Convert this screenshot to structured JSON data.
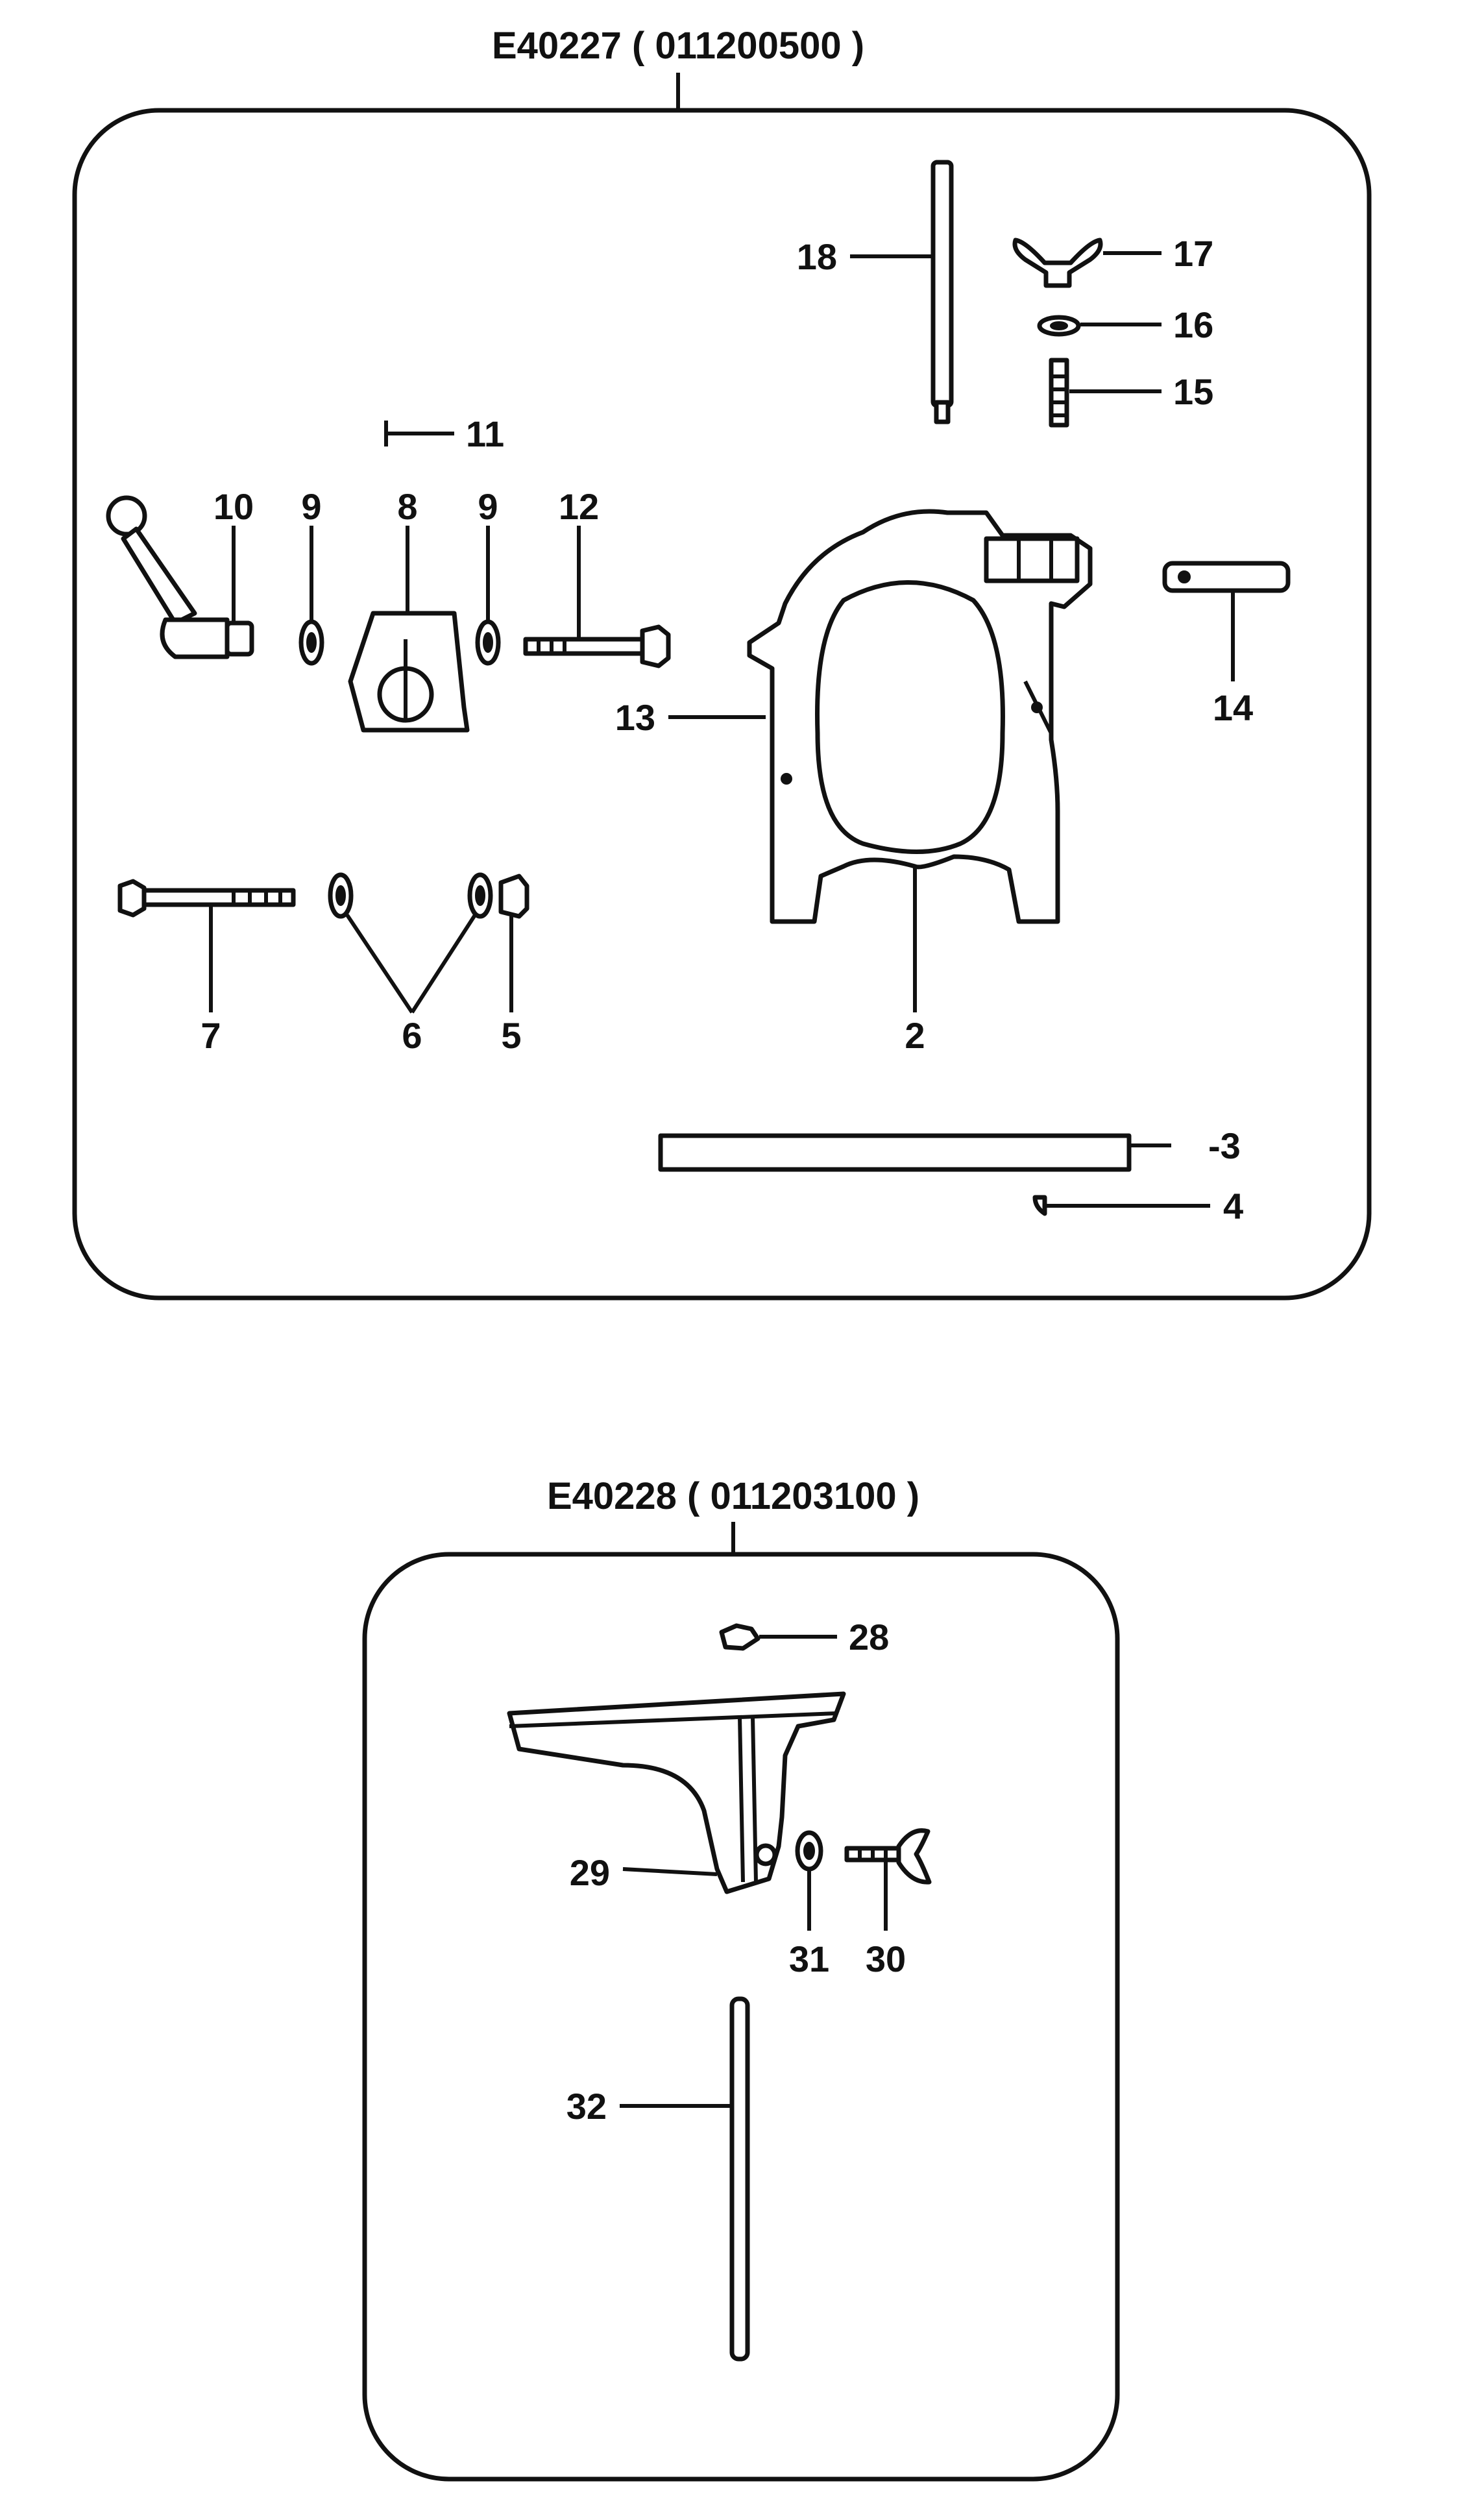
{
  "assemblies": [
    {
      "title": "E40227  ( 011200500 )",
      "labels": {
        "p18": "18",
        "p17": "17",
        "p16": "16",
        "p15": "15",
        "p11": "11",
        "p10": "10",
        "p9a": "9",
        "p8": "8",
        "p9b": "9",
        "p12": "12",
        "p13": "13",
        "p14": "14",
        "p7": "7",
        "p6": "6",
        "p5": "5",
        "p2": "2",
        "p3": "-3",
        "p4": "4"
      }
    },
    {
      "title": "E40228  ( 011203100 )",
      "labels": {
        "p28": "28",
        "p29": "29",
        "p31": "31",
        "p30": "30",
        "p32": "32"
      }
    }
  ]
}
